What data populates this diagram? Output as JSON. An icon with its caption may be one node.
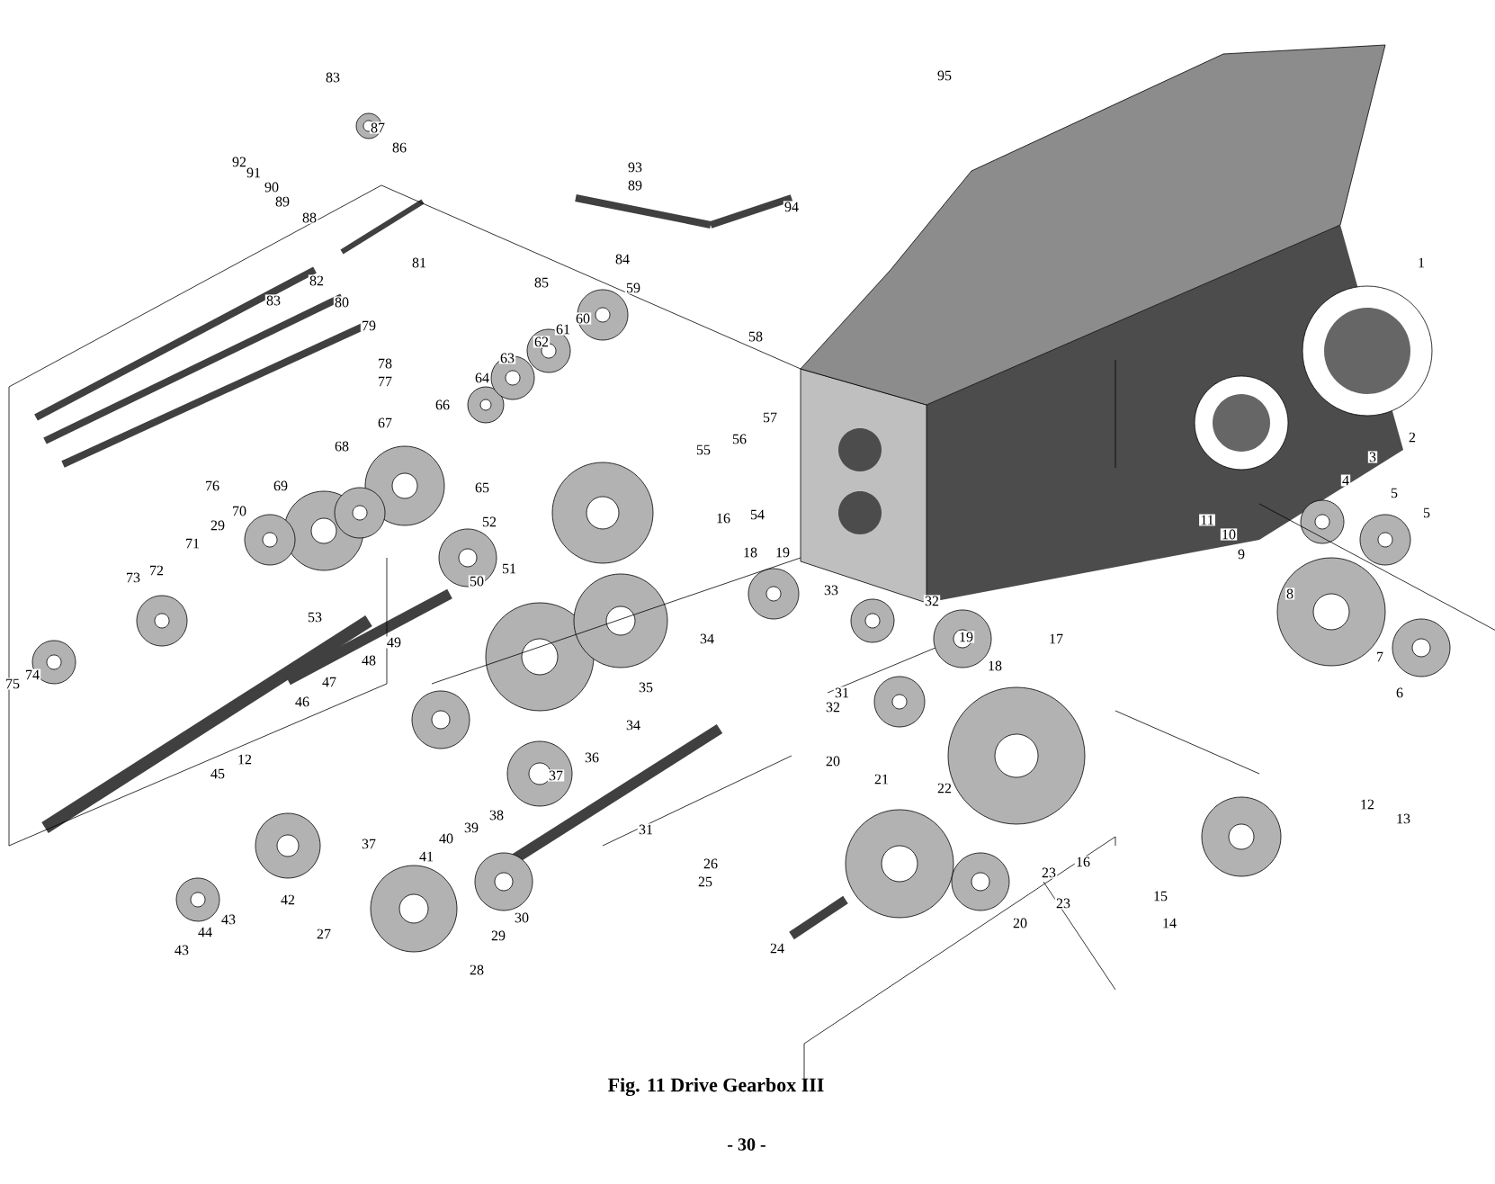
{
  "diagram": {
    "caption": "Fig. 11 Drive Gearbox III",
    "labels": [
      "95",
      "83",
      "87",
      "86",
      "92",
      "93",
      "91",
      "89",
      "90",
      "89",
      "94",
      "88",
      "84",
      "1",
      "81",
      "82",
      "85",
      "59",
      "83",
      "80",
      "60",
      "79",
      "61",
      "58",
      "62",
      "63",
      "78",
      "64",
      "77",
      "66",
      "57",
      "67",
      "2",
      "56",
      "68",
      "55",
      "3",
      "4",
      "76",
      "69",
      "65",
      "5",
      "70",
      "5",
      "54",
      "16",
      "11",
      "52",
      "29",
      "10",
      "71",
      "18",
      "19",
      "9",
      "51",
      "72",
      "73",
      "50",
      "33",
      "8",
      "32",
      "53",
      "19",
      "17",
      "34",
      "49",
      "7",
      "48",
      "18",
      "74",
      "75",
      "47",
      "35",
      "6",
      "31",
      "46",
      "32",
      "34",
      "36",
      "12",
      "20",
      "45",
      "37",
      "21",
      "22",
      "12",
      "38",
      "13",
      "39",
      "31",
      "40",
      "37",
      "41",
      "16",
      "26",
      "23",
      "25",
      "15",
      "42",
      "23",
      "30",
      "43",
      "20",
      "14",
      "44",
      "27",
      "29",
      "24",
      "43",
      "28",
      "- 30 -"
    ]
  }
}
